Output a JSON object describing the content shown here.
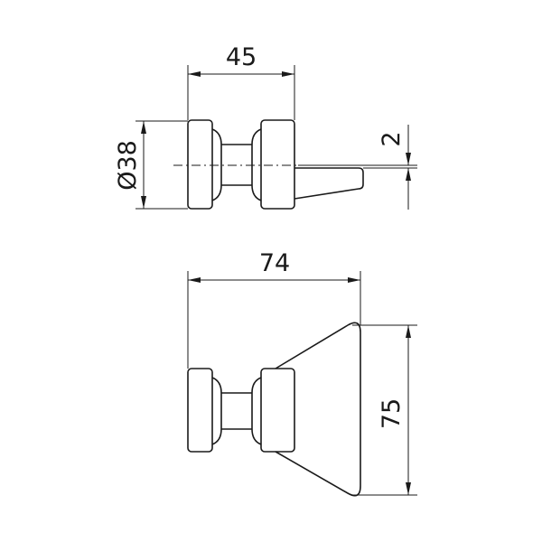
{
  "views": {
    "top": {
      "width_label": "45",
      "diameter_label": "Ø38",
      "offset_label": "2"
    },
    "side": {
      "length_label": "74",
      "height_label": "75"
    }
  }
}
